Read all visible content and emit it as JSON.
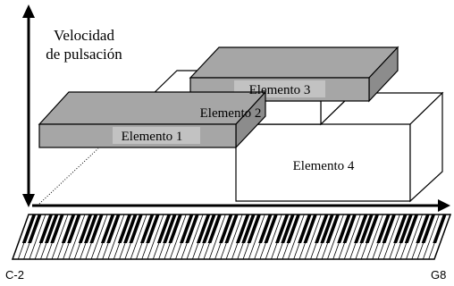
{
  "axis": {
    "velocity_label_line1": "Velocidad",
    "velocity_label_line2": "de pulsación"
  },
  "elements": [
    {
      "label": "Elemento 1"
    },
    {
      "label": "Elemento 2"
    },
    {
      "label": "Elemento 3"
    },
    {
      "label": "Elemento 4"
    }
  ],
  "keyboard": {
    "low_label": "C-2",
    "high_label": "G8"
  },
  "colors": {
    "gray_fill": "#a6a6a6",
    "label_highlight": "#c2c2c2",
    "white_fill": "#ffffff",
    "line": "#000000"
  }
}
